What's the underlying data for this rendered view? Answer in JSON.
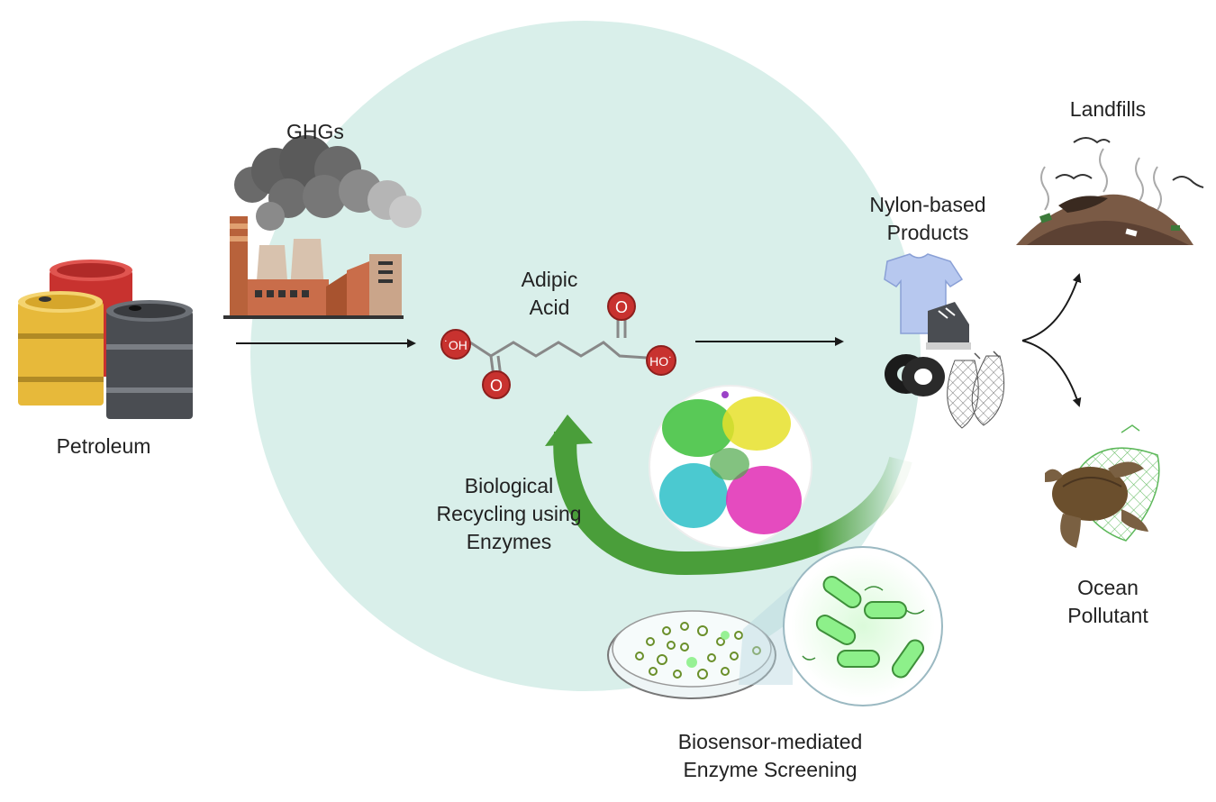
{
  "labels": {
    "petroleum": "Petroleum",
    "ghgs": "GHGs",
    "adipic_line1": "Adipic",
    "adipic_line2": "Acid",
    "nylon_line1": "Nylon-based",
    "nylon_line2": "Products",
    "landfills": "Landfills",
    "ocean_line1": "Ocean",
    "ocean_line2": "Pollutant",
    "bio_line1": "Biological",
    "bio_line2": "Recycling using",
    "bio_line3": "Enzymes",
    "biosensor_line1": "Biosensor-mediated",
    "biosensor_line2": "Enzyme Screening"
  },
  "molecule": {
    "hydroxyl_left": "˙OH",
    "hydroxyl_right": "HO˙",
    "oxygen_top": "O",
    "oxygen_bottom": "O"
  },
  "colors": {
    "cycle_background": "#d9efea",
    "recycling_arrow": "#4a9e3a",
    "oxygen_atom": "#c8322f",
    "arrow": "#1a1a1a"
  },
  "icons": [
    "oil-barrels-icon",
    "factory-icon",
    "smoke-cloud-icon",
    "adipic-acid-molecule-icon",
    "t-shirt-icon",
    "shoe-icon",
    "tire-icon",
    "fishing-net-icon",
    "landfill-icon",
    "bird-icon",
    "sea-turtle-icon",
    "enzyme-structure-icon",
    "petri-dish-icon",
    "bacteria-icon"
  ]
}
